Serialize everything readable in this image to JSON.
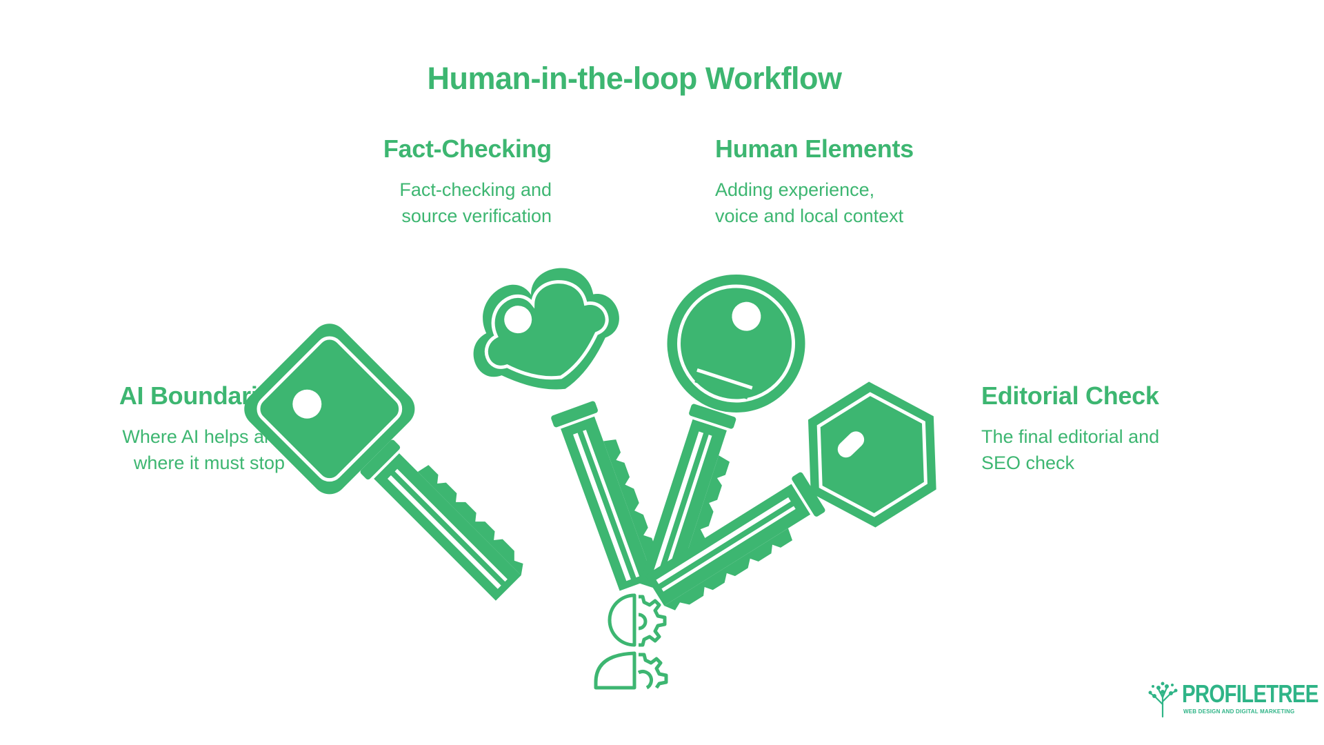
{
  "title": "Human-in-the-loop Workflow",
  "colors": {
    "accent": "#3db671",
    "logo": "#2fb487"
  },
  "steps": [
    {
      "heading": "AI Boundaries",
      "description": "Where AI helps and\nwhere it must stop",
      "icon": "diamond-head-key-icon"
    },
    {
      "heading": "Fact-Checking",
      "description": "Fact-checking and\nsource verification",
      "icon": "cloud-head-key-icon"
    },
    {
      "heading": "Human Elements",
      "description": "Adding experience,\nvoice and local context",
      "icon": "round-head-key-icon"
    },
    {
      "heading": "Editorial Check",
      "description": "The final editorial and\nSEO check",
      "icon": "hexagon-head-key-icon"
    }
  ],
  "center_icon": "human-gear-icon",
  "logo": {
    "name": "PROFILETREE",
    "tagline": "WEB DESIGN AND DIGITAL MARKETING",
    "icon": "tree-icon"
  }
}
